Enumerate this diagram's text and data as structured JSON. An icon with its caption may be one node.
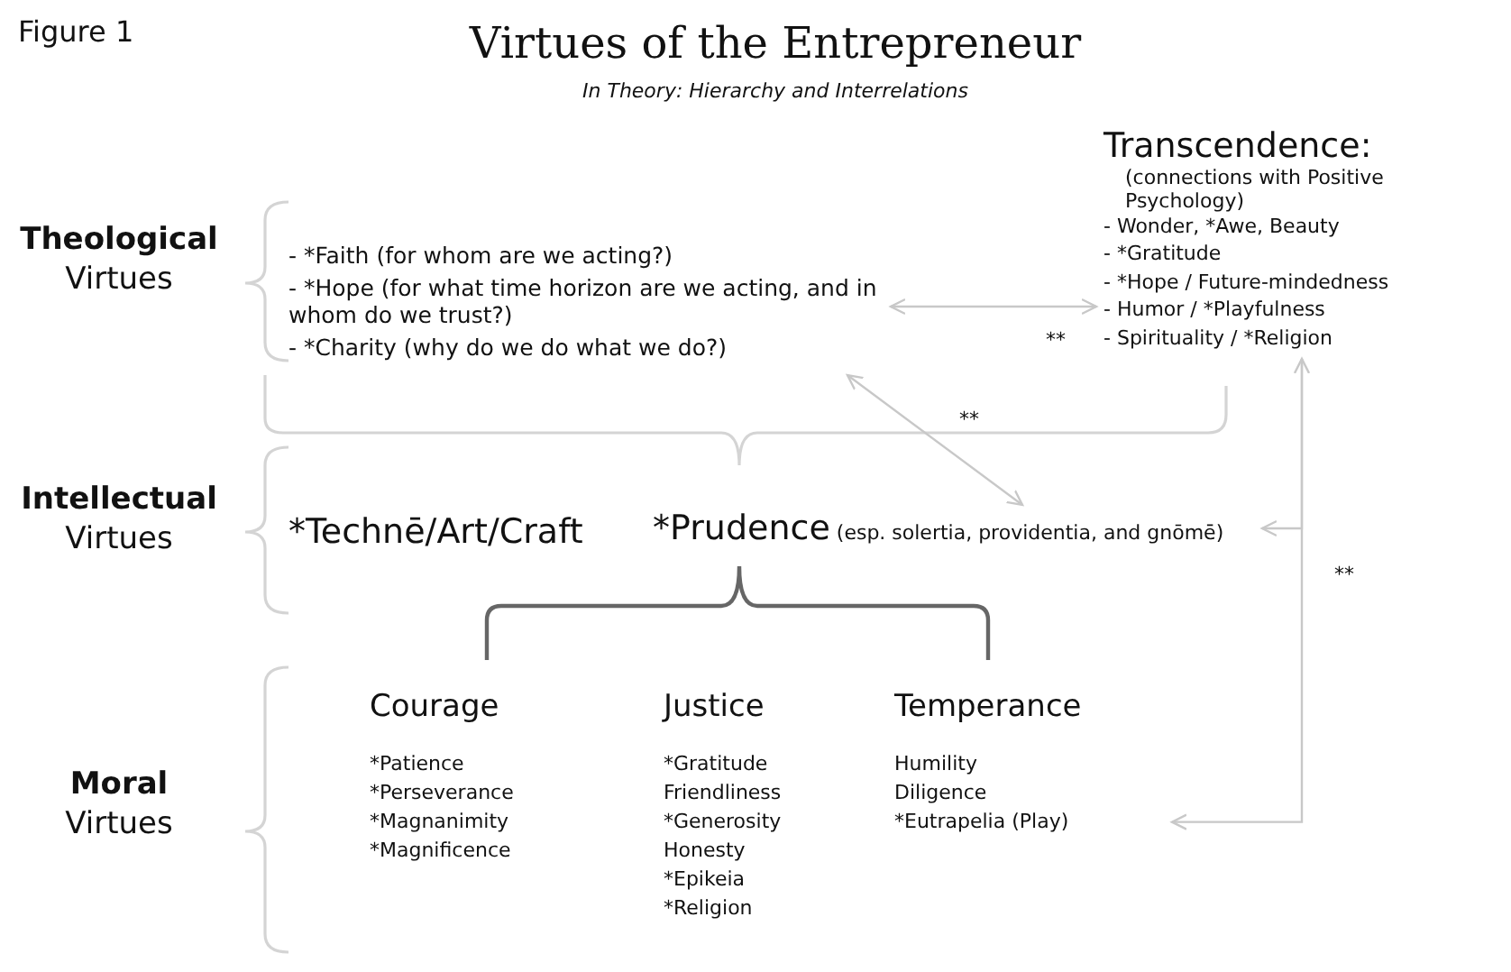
{
  "diagram": {
    "title": "Virtues of the Entrepreneur",
    "nodes": [
      {
        "text": [
          "**Theological** Virtues"
        ]
      },
      {
        "text": [
          "- *Faith (for whom are we acting?)",
          "- *Hope (for what time horizon are we acting, and in whom do we trust?)",
          "- *Charity (why do we do what we do?)"
        ]
      },
      {
        "text": [
          "Transcendence:",
          "(connections with Positive Psychology)",
          "- Wonder, *Awe, Beauty",
          "- *Gratitude",
          "- *Hope / Future-mindedness",
          "- Humor / *Playfulness",
          "- Spirituality / *Religion"
        ]
      },
      {
        "text": [
          "**Intellectual** Virtues"
        ]
      },
      {
        "text": [
          "*Technē/Art/Craft"
        ]
      },
      {
        "text": [
          "*Prudence",
          "(esp. solertia, providentia, and gnōmē)"
        ]
      },
      {
        "text": [
          "**Moral** Virtues"
        ]
      },
      {
        "text": [
          "Courage",
          "*Patience",
          "*Perseverance",
          "*Magnanimity",
          "*Magnificence"
        ]
      },
      {
        "text": [
          "Justice",
          "*Gratitude",
          "Friendliness",
          "*Generosity",
          "Honesty",
          "*Epikeia",
          "*Religion"
        ]
      },
      {
        "text": [
          "Temperance",
          "Humility",
          "Diligence",
          "*Eutrapelia (Play)"
        ]
      }
    ],
    "edges": [
      {
        "from": 1,
        "to": 2,
        "arrow": "both",
        "label": "**"
      },
      {
        "from": 1,
        "to": 5,
        "arrow": "both",
        "label": "**"
      },
      {
        "from": 9,
        "to": 2,
        "arrow": "both",
        "label": "**"
      },
      {
        "from": 2,
        "to": 5,
        "arrow": "to"
      }
    ],
    "labels": [
      "Figure 1",
      "In Theory: Hierarchy and Interrelations"
    ]
  }
}
